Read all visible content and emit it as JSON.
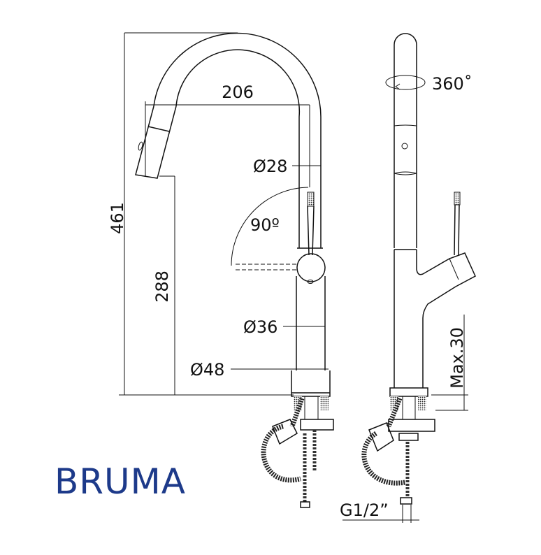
{
  "dimensions": {
    "total_height": "461",
    "spout_reach": "206",
    "spout_height": "288",
    "spout_diameter": "Ø28",
    "lever_angle": "90º",
    "body_diameter": "Ø36",
    "base_diameter": "Ø48",
    "rotation": "360˚",
    "max_counter_thickness": "Max.30",
    "connection": "G1/2”"
  },
  "brand": {
    "name": "BRUMA",
    "color": "#1d3a8a"
  }
}
